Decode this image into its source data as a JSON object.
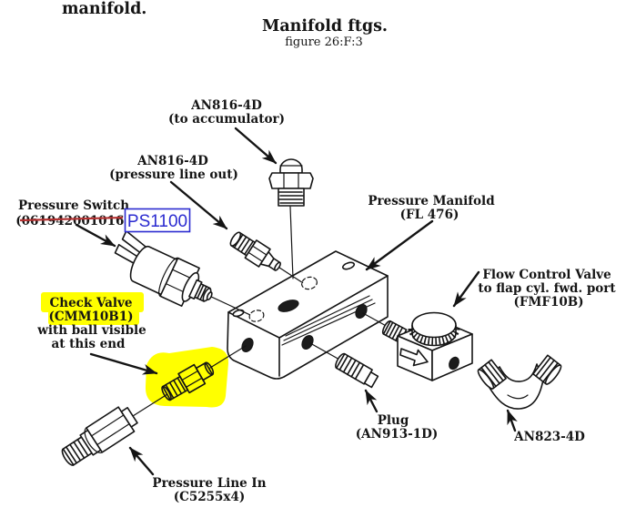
{
  "page": {
    "heading": "manifold.",
    "title": "Manifold ftgs.",
    "figure": "figure 26:F:3"
  },
  "colors": {
    "ink": "#141414",
    "paper": "#ffffff",
    "highlight": "#ffff00",
    "annotation_blue": "#2b2bd0",
    "strike_red": "#b43232"
  },
  "labels": {
    "accumulator_fitting": {
      "line1": "AN816-4D",
      "line2": "(to accumulator)"
    },
    "pressure_line_out": {
      "line1": "AN816-4D",
      "line2": "(pressure line out)"
    },
    "pressure_switch": {
      "name": "Pressure Switch",
      "old_part": "(061942001016)",
      "new_part": "PS1100"
    },
    "pressure_manifold": {
      "name": "Pressure Manifold",
      "part": "(FL 476)"
    },
    "flow_control_valve": {
      "line1": "Flow Control Valve",
      "line2": "to flap cyl. fwd. port",
      "part": "(FMF10B)"
    },
    "check_valve": {
      "line1": "Check Valve",
      "part": "(CMM10B1)",
      "line3": "with ball visible",
      "line4": "at this end"
    },
    "plug": {
      "name": "Plug",
      "part": "(AN913-1D)"
    },
    "elbow": {
      "part": "AN823-4D"
    },
    "pressure_line_in": {
      "name": "Pressure Line In",
      "part": "(C5255x4)"
    }
  }
}
